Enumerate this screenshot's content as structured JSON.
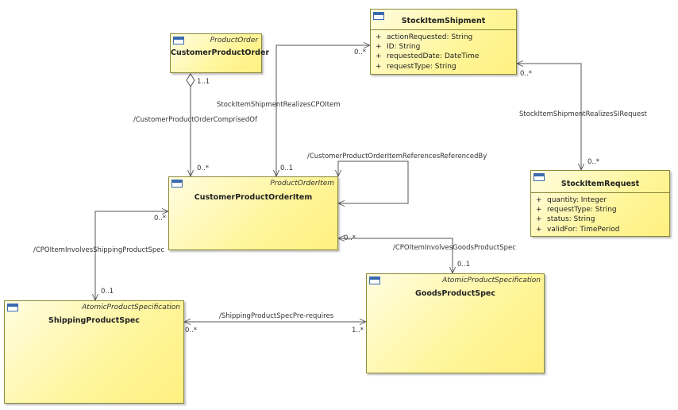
{
  "classes": {
    "customer_product_order": {
      "stereotype": "ProductOrder",
      "name": "CustomerProductOrder"
    },
    "stock_item_shipment": {
      "name": "StockItemShipment",
      "attributes": [
        {
          "vis": "+",
          "text": "actionRequested: String"
        },
        {
          "vis": "+",
          "text": "ID: String"
        },
        {
          "vis": "+",
          "text": "requestedDate: DateTime"
        },
        {
          "vis": "+",
          "text": "requestType: String"
        }
      ]
    },
    "customer_product_order_item": {
      "stereotype": "ProductOrderItem",
      "name": "CustomerProductOrderItem"
    },
    "stock_item_request": {
      "name": "StockItemRequest",
      "attributes": [
        {
          "vis": "+",
          "text": "quantity: Integer"
        },
        {
          "vis": "+",
          "text": "requestType: String"
        },
        {
          "vis": "+",
          "text": "status: String"
        },
        {
          "vis": "+",
          "text": "validFor: TimePeriod"
        }
      ]
    },
    "goods_product_spec": {
      "stereotype": "AtomicProductSpecification",
      "name": "GoodsProductSpec"
    },
    "shipping_product_spec": {
      "stereotype": "AtomicProductSpecification",
      "name": "ShippingProductSpec"
    }
  },
  "associations": {
    "cpo_comprised_of": {
      "name": "/CustomerProductOrderComprisedOf",
      "source_mult": "1..1",
      "target_mult": "0..*"
    },
    "si_shipment_realizes_cpoitem": {
      "name": "StockItemShipmentRealizesCPOItem",
      "source_mult": "0..*",
      "target_mult": "0..1"
    },
    "cpoitem_references": {
      "name": "/CustomerProductOrderItemReferencesReferencedBy"
    },
    "si_shipment_realizes_sirequest": {
      "name": "StockItemShipmentRealizesSIRequest",
      "source_mult": "0..*",
      "target_mult": "0..*"
    },
    "cpoitem_involves_shipping": {
      "name": "/CPOItemInvolvesShippingProductSpec",
      "source_mult": "0..*",
      "target_mult": "0..1"
    },
    "cpoitem_involves_goods": {
      "name": "/CPOItemInvolvesGoodsProductSpec",
      "source_mult": "0..*",
      "target_mult": "0..1"
    },
    "shipping_prerequires": {
      "name": "/ShippingProductSpecPre-requires",
      "source_mult": "0..*",
      "target_mult": "1..*"
    }
  }
}
